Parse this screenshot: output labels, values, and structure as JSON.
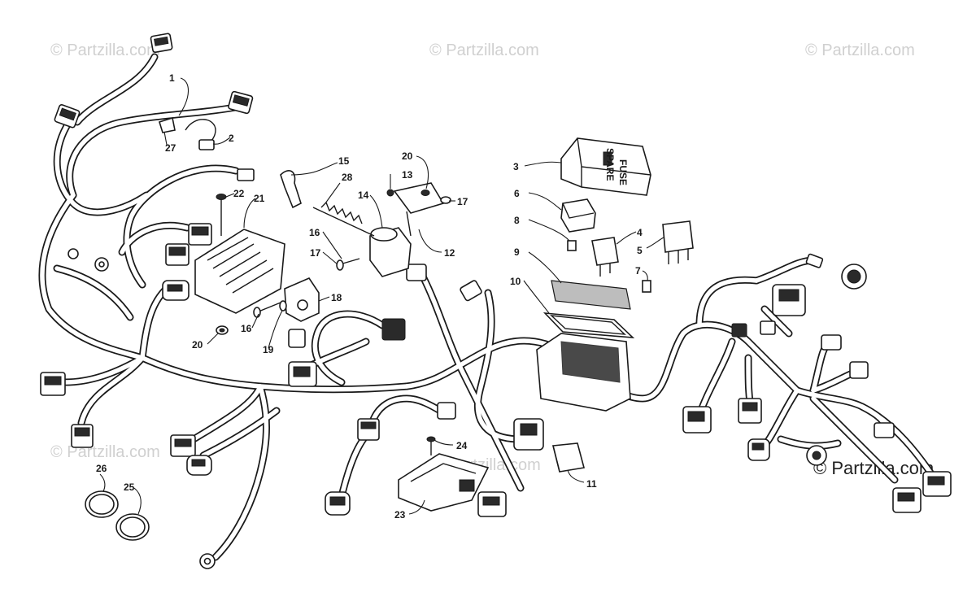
{
  "watermarks": [
    {
      "id": "wm-1",
      "text": "© Partzilla.com"
    },
    {
      "id": "wm-2",
      "text": "© Partzilla.com"
    },
    {
      "id": "wm-3",
      "text": "© Partzilla.com"
    },
    {
      "id": "wm-4",
      "text": "© Partzilla.com"
    },
    {
      "id": "wm-5",
      "text": "© Partzilla.com"
    },
    {
      "id": "wm-6",
      "text": "© Partzilla.com"
    }
  ],
  "fuse_box_cover": {
    "lid_text_1": "SPARE",
    "lid_text_2": "FUSE"
  },
  "callouts": [
    "1",
    "2",
    "27",
    "22",
    "21",
    "20",
    "16",
    "19",
    "18",
    "17",
    "15",
    "28",
    "14",
    "16",
    "13",
    "20",
    "17",
    "12",
    "3",
    "6",
    "8",
    "4",
    "5",
    "9",
    "7",
    "10",
    "11",
    "24",
    "23",
    "26",
    "25"
  ],
  "colors": {
    "line": "#1a1a1a",
    "watermark": "#d0d0d0",
    "background": "#ffffff"
  }
}
